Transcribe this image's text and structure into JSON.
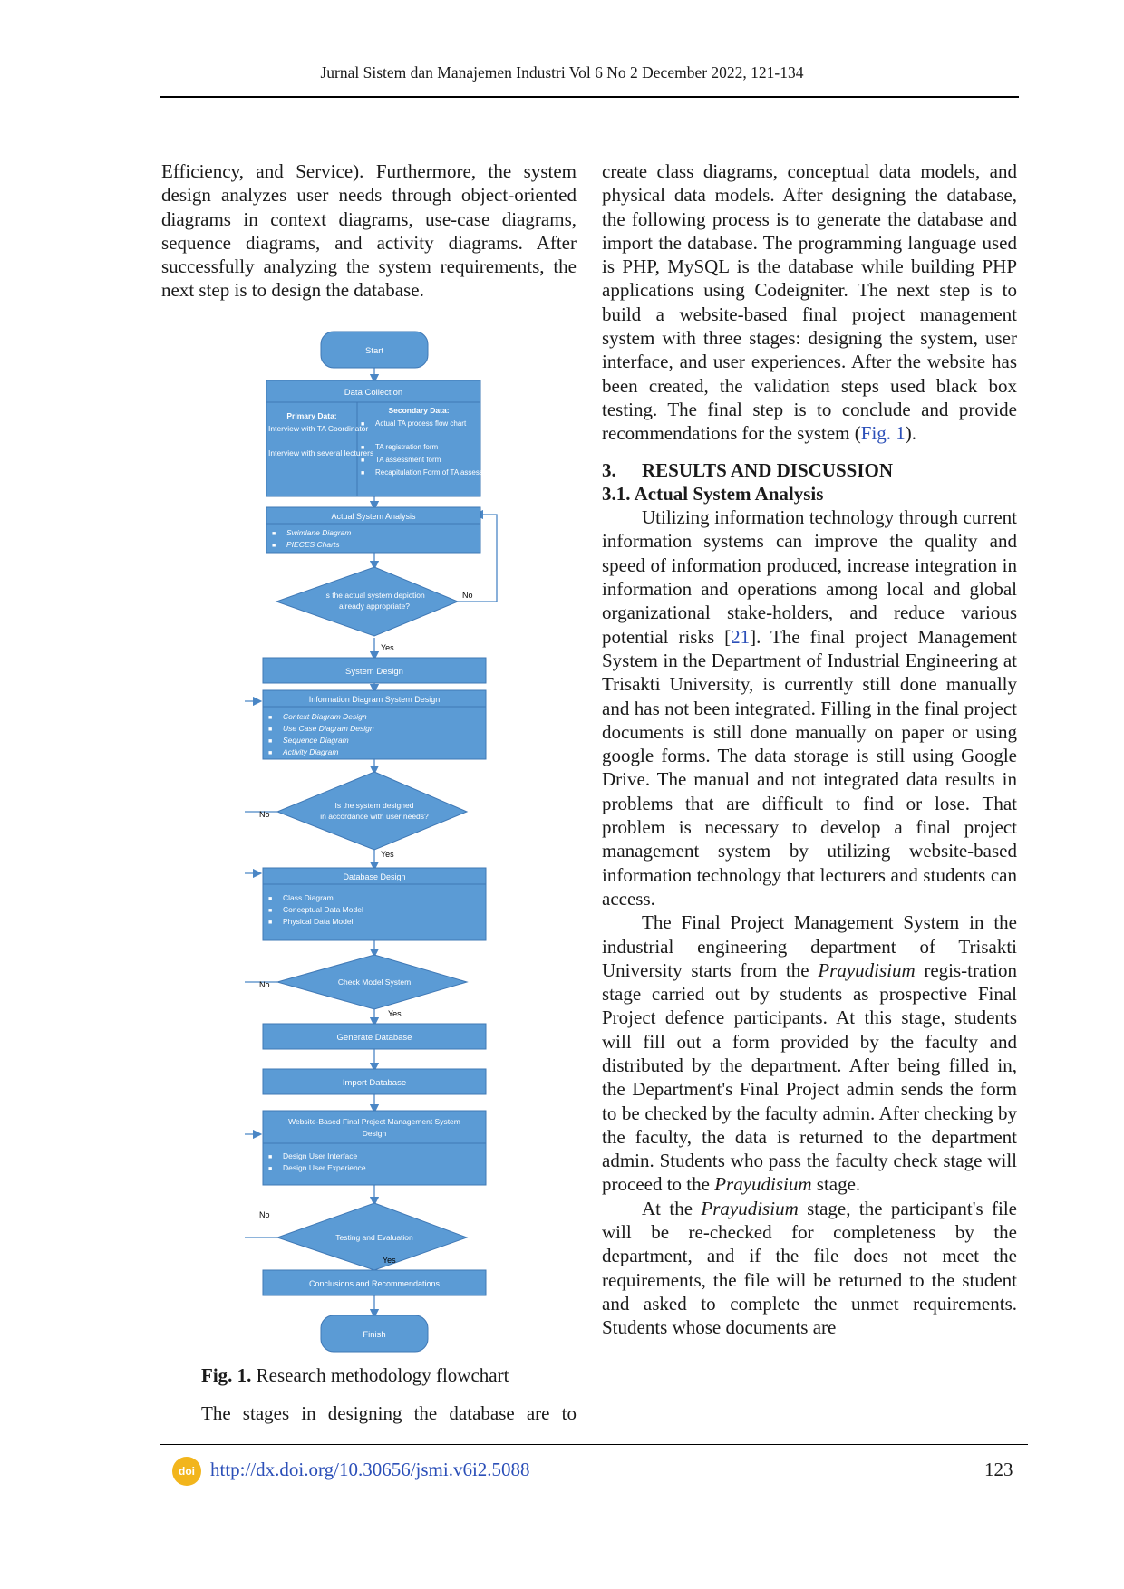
{
  "header": {
    "running_title": "Jurnal Sistem dan Manajemen Industri Vol 6 No 2 December 2022, 121-134"
  },
  "left_column": {
    "paragraph": "Efficiency, and Service). Furthermore, the system design analyzes user needs through object-oriented diagrams in context diagrams, use-case diagrams, sequence diagrams, and activity diagrams. After successfully analyzing the system requirements, the next step is to design the database."
  },
  "flowchart": {
    "start": "Start",
    "data_collection": {
      "title": "Data Collection",
      "primary_heading": "Primary Data:",
      "primary_items": [
        "Interview with TA Coordinator",
        "Interview with several lecturers"
      ],
      "secondary_heading": "Secondary Data:",
      "secondary_items": [
        "Actual TA process flow chart",
        "TA registration form",
        "TA assessment form",
        "Recapitulation Form of TA assessment results"
      ]
    },
    "actual_analysis": {
      "title": "Actual System Analysis",
      "items": [
        "Swimlane Diagram",
        "PIECES Charts"
      ]
    },
    "decision1": {
      "line1": "Is the actual system depiction",
      "line2": "already appropriate?"
    },
    "system_design": "System Design",
    "info_design": {
      "title": "Information Diagram System Design",
      "items": [
        "Context Diagram Design",
        "Use Case Diagram Design",
        "Sequence Diagram",
        "Activity Diagram"
      ]
    },
    "decision2": {
      "line1": "Is the system designed",
      "line2": "in accordance with user needs?"
    },
    "database_design": {
      "title": "Database Design",
      "items": [
        "Class Diagram",
        "Conceptual Data Model",
        "Physical Data Model"
      ]
    },
    "decision3": "Check Model System",
    "generate_db": "Generate Database",
    "import_db": "Import Database",
    "website_design": {
      "title_line1": "Website-Based Final Project Management System",
      "title_line2": "Design",
      "items": [
        "Design User Interface",
        "Design User Experience"
      ]
    },
    "decision4": "Testing and Evaluation",
    "conclusions": "Conclusions and Recommendations",
    "finish": "Finish",
    "yes": "Yes",
    "no": "No"
  },
  "figure": {
    "label": "Fig. 1.",
    "caption": "Research methodology flowchart"
  },
  "left_tail": "The stages in designing the database are to",
  "right_column": {
    "p1_before_link": "create class diagrams, conceptual data models, and physical data models. After designing the database, the following process is to generate the database and import the database. The programming language used is PHP, MySQL is the database while building PHP applications using Codeigniter. The next step is to build a website-based final project management system with three stages: designing the system, user interface, and user experiences. After the website has been created, the validation steps used black box testing. The final step is to conclude and provide recommendations for the system (",
    "p1_link": "Fig. 1",
    "p1_after_link": ").",
    "section_number": "3.",
    "section_title": "RESULTS AND DISCUSSION",
    "subsection": "3.1. Actual System Analysis",
    "p2_before_ref": "Utilizing information technology through current information systems can improve the quality and speed of information produced, increase integration in information and operations among local and global organizational stake-holders, and reduce various potential risks [",
    "p2_ref": "21",
    "p2_after_ref": "]. The final project Management System in the Department of Industrial Engineering at Trisakti University, is currently still done manually and has not been integrated. Filling in the final project documents is still done manually on paper or using google forms. The data storage is still using Google Drive. The manual and not integrated data results in problems that are difficult to find or lose. That problem is necessary to develop a final project management system by utilizing website-based information technology that lecturers and students can access.",
    "p3_a": "The Final Project Management System in the industrial engineering department of Trisakti University starts from the ",
    "p3_italic1": "Prayudisium",
    "p3_b": " regis-tration stage carried out by students as prospective Final Project defence participants. At this stage, students will fill out a form provided by the faculty and distributed by the department. After being filled in, the Department's Final Project admin sends the form to be checked by the faculty admin. After checking by the faculty, the data is returned to the department admin. Students who pass the faculty check stage will proceed to the ",
    "p3_italic2": "Prayudisium",
    "p3_c": " stage.",
    "p4_a": "At the ",
    "p4_italic": "Prayudisium",
    "p4_b": " stage, the participant's file will be re-checked for completeness by the department, and if the file does not meet the requirements, the file will be returned to the student and asked to complete the unmet requirements. Students whose documents are"
  },
  "footer": {
    "doi_logo_text": "doi",
    "doi_url": "http://dx.doi.org/10.30656/jsmi.v6i2.5088",
    "page_number": "123"
  }
}
